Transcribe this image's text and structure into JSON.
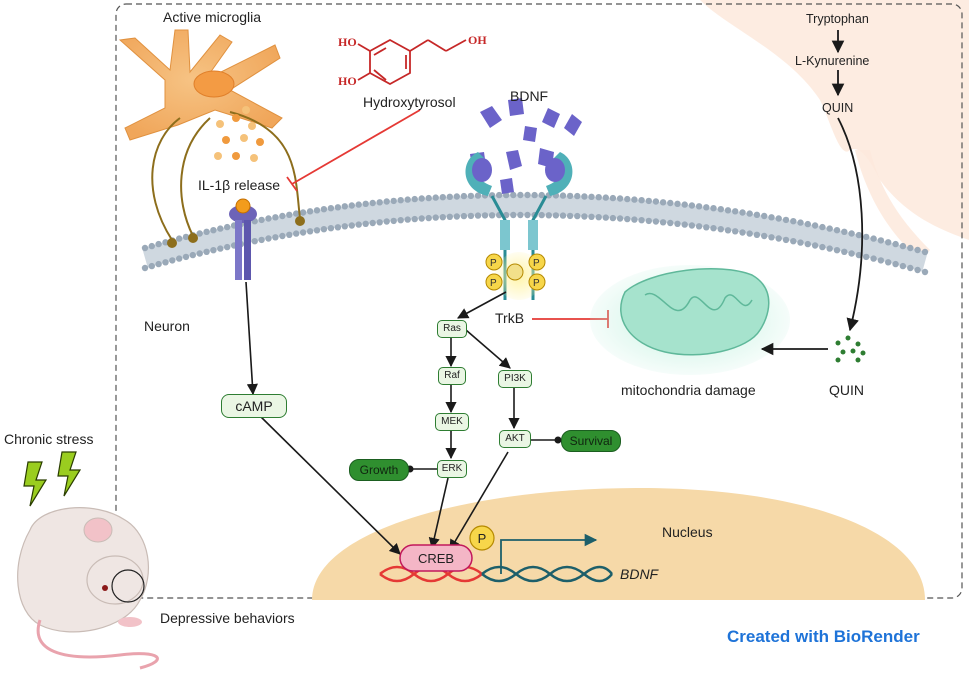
{
  "labels": {
    "active_microglia": "Active microglia",
    "hydroxytyrosol": "Hydroxytyrosol",
    "bdnf_top": "BDNF",
    "il1b_release": "IL-1β release",
    "neuron": "Neuron",
    "trkb": "TrkB",
    "mitochondria_damage": "mitochondria damage",
    "quin_bottom": "QUIN",
    "chronic_stress": "Chronic stress",
    "nucleus": "Nucleus",
    "bdnf_gene": "BDNF",
    "depressive_behaviors": "Depressive behaviors",
    "phospho": "P"
  },
  "hydroxytyrosol_structure": {
    "oh_top": "HO",
    "oh_left": "HO",
    "oh_right": "OH"
  },
  "kynurenine_pathway": {
    "tryptophan": "Tryptophan",
    "l_kynurenine": "L-Kynurenine",
    "quin": "QUIN"
  },
  "signaling_nodes": {
    "ras": "Ras",
    "raf": "Raf",
    "mek": "MEK",
    "erk": "ERK",
    "pi3k": "PI3K",
    "akt": "AKT",
    "camp": "cAMP",
    "creb": "CREB",
    "growth": "Growth",
    "survival": "Survival"
  },
  "brand": "Created with BioRender",
  "colors": {
    "inhibition": "#e53935",
    "node_fill": "#eaf6e4",
    "node_border": "#2e7d32",
    "outcome_fill": "#2f8f2f",
    "creb_fill": "#f4b6c6",
    "phospho_fill": "#f7d64a",
    "nucleus_fill": "#f6d9a8",
    "membrane": "#9aa9b8",
    "bdnf_protein": "#6b63c9",
    "trkb_receptor": "#4fb0b8",
    "microglia": "#f2a65a",
    "mitochondria": "#7fd4b6",
    "brand": "#1e73d8"
  }
}
